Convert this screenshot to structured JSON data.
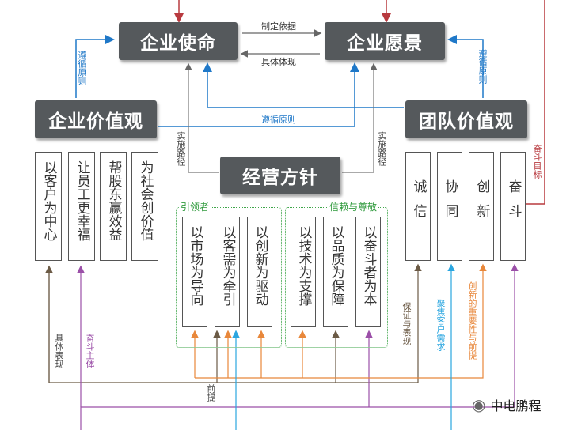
{
  "nodes": {
    "mission": "企业使命",
    "vision": "企业愿景",
    "enterprise_values": "企业价值观",
    "team_values": "团队价值观",
    "policy": "经营方针"
  },
  "edge_labels": {
    "mission_to_vision": "制定依据",
    "vision_to_mission": "具体体现",
    "follow_left": "遵循原则",
    "follow_right": "遵循原则",
    "follow_middle": "遵循原则",
    "impl_left": "实施路径",
    "impl_right": "实施路径",
    "struggle_goal": "奋斗目标",
    "concrete_expression": "具体表现",
    "struggle_subject": "奋斗主体",
    "guarantee_expression": "保证与表现",
    "focus_customer": "聚焦客户需求",
    "innovation_premise": "创新的重要性与前提",
    "premise": "前提"
  },
  "enterprise_values_items": [
    "以客户为中心",
    "让员工更幸福",
    "帮股东赢效益",
    "为社会创价值"
  ],
  "team_values_items": [
    "诚信",
    "协同",
    "创新",
    "奋斗"
  ],
  "groups": [
    {
      "label": "引领者",
      "items": [
        "以市场为导向",
        "以客需为牵引",
        "以创新为驱动"
      ]
    },
    {
      "label": "信赖与尊敬",
      "items": [
        "以技术为支撑",
        "以品质为保障",
        "以奋斗者为本"
      ]
    }
  ],
  "watermark": "中电鹏程",
  "colors": {
    "node_bg": "#55595c",
    "red": "#b83a3f",
    "blue": "#1f78c8",
    "orange": "#e8873a",
    "purple": "#9b4fa8",
    "brown": "#6b5a45",
    "cyan": "#2aa6e0",
    "gray": "#777777",
    "green": "#3fa64a"
  }
}
